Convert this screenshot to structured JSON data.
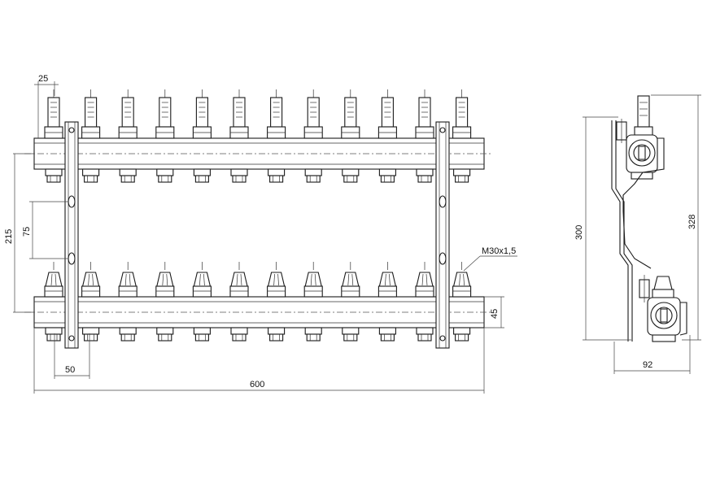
{
  "drawing": {
    "outlet_count": 12,
    "dimensions": {
      "flowmeter_width": "25",
      "header_spacing": "215",
      "bracket_hole_spacing": "75",
      "thread": "M30x1,5",
      "outlet_pitch": "50",
      "overall_length": "600",
      "pipe_height": "45",
      "side_height": "300",
      "side_total": "328",
      "side_depth": "92"
    }
  }
}
